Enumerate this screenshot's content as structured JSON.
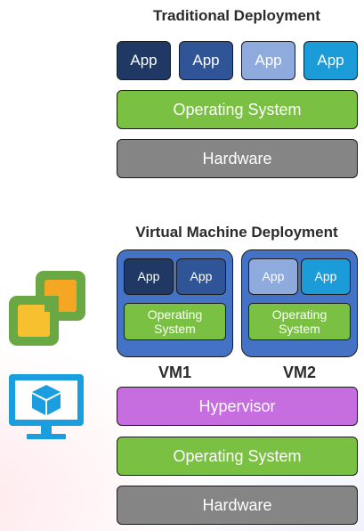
{
  "traditional": {
    "title": "Traditional Deployment",
    "apps": [
      "App",
      "App",
      "App",
      "App"
    ],
    "os": "Operating System",
    "hardware": "Hardware"
  },
  "virtual": {
    "title": "Virtual Machine Deployment",
    "vm1": {
      "apps": [
        "App",
        "App"
      ],
      "os_line1": "Operating",
      "os_line2": "System",
      "label": "VM1"
    },
    "vm2": {
      "apps": [
        "App",
        "App"
      ],
      "os_line1": "Operating",
      "os_line2": "System",
      "label": "VM2"
    },
    "hypervisor": "Hypervisor",
    "os": "Operating System",
    "hardware": "Hardware"
  },
  "icons": [
    "vmware-vsphere-icon",
    "virtual-machine-monitor-icon"
  ],
  "colors": {
    "app_navy": "#203864",
    "app_blue": "#2f5597",
    "app_light": "#8faadc",
    "app_sky": "#1b9bd7",
    "os_green": "#7ac043",
    "hardware_gray": "#858585",
    "hypervisor_purple": "#c66ee0",
    "vm_blue": "#4472c4"
  }
}
